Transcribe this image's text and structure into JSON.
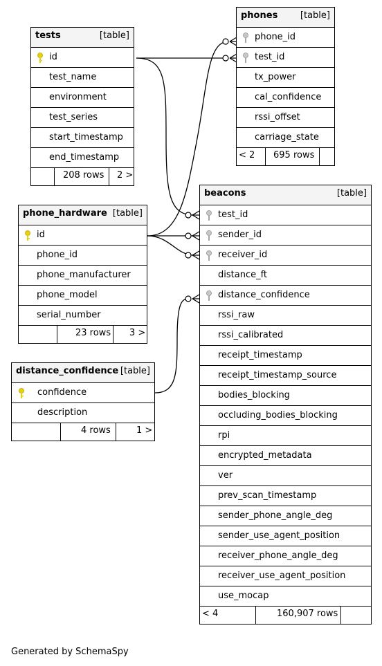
{
  "tables": {
    "tests": {
      "name": "tests",
      "tag": "[table]",
      "columns": [
        "id",
        "test_name",
        "environment",
        "test_series",
        "start_timestamp",
        "end_timestamp"
      ],
      "rows": "208 rows",
      "right": "2 >",
      "left": ""
    },
    "phones": {
      "name": "phones",
      "tag": "[table]",
      "columns": [
        "phone_id",
        "test_id",
        "tx_power",
        "cal_confidence",
        "rssi_offset",
        "carriage_state"
      ],
      "rows": "695 rows",
      "right": "",
      "left": "< 2"
    },
    "phone_hardware": {
      "name": "phone_hardware",
      "tag": "[table]",
      "columns": [
        "id",
        "phone_id",
        "phone_manufacturer",
        "phone_model",
        "serial_number"
      ],
      "rows": "23 rows",
      "right": "3 >",
      "left": ""
    },
    "distance_confidence": {
      "name": "distance_confidence",
      "tag": "[table]",
      "columns": [
        "confidence",
        "description"
      ],
      "rows": "4 rows",
      "right": "1 >",
      "left": ""
    },
    "beacons": {
      "name": "beacons",
      "tag": "[table]",
      "columns": [
        "test_id",
        "sender_id",
        "receiver_id",
        "distance_ft",
        "distance_confidence",
        "rssi_raw",
        "rssi_calibrated",
        "receipt_timestamp",
        "receipt_timestamp_source",
        "bodies_blocking",
        "occluding_bodies_blocking",
        "rpi",
        "encrypted_metadata",
        "ver",
        "prev_scan_timestamp",
        "sender_phone_angle_deg",
        "sender_use_agent_position",
        "receiver_phone_angle_deg",
        "receiver_use_agent_position",
        "use_mocap"
      ],
      "rows": "160,907 rows",
      "right": "",
      "left": "< 4"
    }
  },
  "key_colors": {
    "primary": "#e8d200",
    "foreign": "#a8a8a8"
  },
  "footer_text": "Generated by SchemaSpy"
}
